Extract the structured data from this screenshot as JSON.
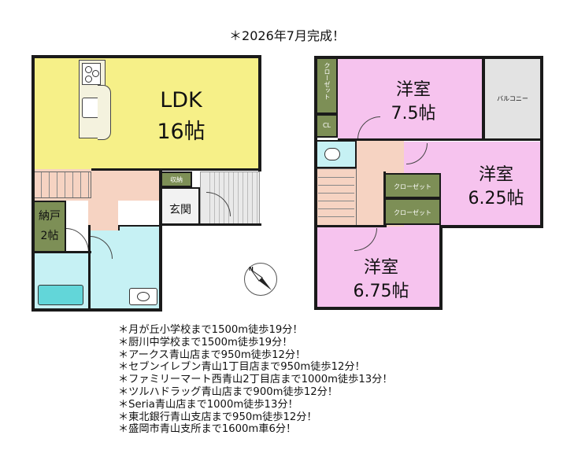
{
  "header": {
    "completion_note": "＊2026年7月完成！"
  },
  "floor1": {
    "ldk": {
      "name": "LDK",
      "size": "16帖"
    },
    "storage": "収納",
    "entrance": "玄関",
    "closet_room": {
      "name": "納戸",
      "size": "2帖"
    }
  },
  "floor2": {
    "room_a": {
      "name": "洋室",
      "size": "7.5帖"
    },
    "room_b": {
      "name": "洋室",
      "size": "6.25帖"
    },
    "room_c": {
      "name": "洋室",
      "size": "6.75帖"
    },
    "closet_vertical": "クローゼット",
    "cl": "CL",
    "balcony": "バルコニー",
    "closet_1": "クローゼット",
    "closet_2": "クローゼット"
  },
  "compass": {
    "label": "N"
  },
  "notes": [
    "＊月が丘小学校まで1500m徒歩19分！",
    "＊厨川中学校まで1500m徒歩19分！",
    "＊アークス青山店まで950m徒歩12分！",
    "＊セブンイレブン青山1丁目店まで950m徒歩12分！",
    "＊ファミリーマート西青山2丁目店まで1000m徒歩13分！",
    "＊ツルハドラッグ青山店まで900m徒歩12分！",
    "＊Seria青山店まで1000m徒歩13分！",
    "＊東北銀行青山支店まで950m徒歩12分！",
    "＊盛岡市青山支所まで1600m車6分！"
  ],
  "colors": {
    "ldk": "#f6f088",
    "hall": "#f6d3c2",
    "water": "#c6f1f4",
    "bedroom": "#f6c3ee",
    "closet": "#7d8f56",
    "balcony": "#e3e3e3"
  }
}
